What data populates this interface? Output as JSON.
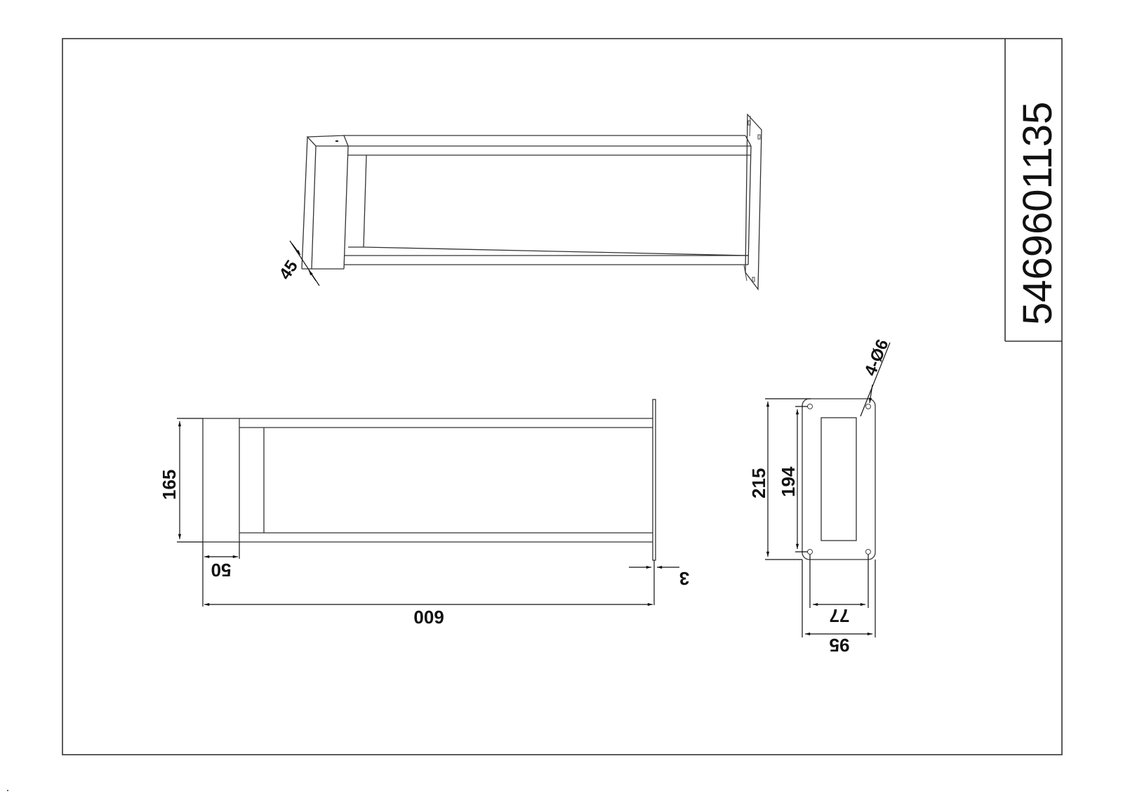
{
  "drawing": {
    "part_number": "5469601135",
    "type": "technical drawing - wall mounted outdoor light",
    "units": "mm"
  },
  "views": {
    "isometric": {
      "label": "isometric-view",
      "dimensions": {
        "depth": "45"
      }
    },
    "side": {
      "label": "side-view",
      "dimensions": {
        "height": "165",
        "head_width": "50",
        "plate_thickness": "3",
        "length": "600"
      }
    },
    "mounting_plate": {
      "label": "mounting-plate-view",
      "dimensions": {
        "plate_height": "215",
        "hole_spacing_vertical": "194",
        "hole_spacing_horizontal": "77",
        "plate_width": "95",
        "holes": "4-Ø6"
      }
    }
  },
  "colors": {
    "line": "#333333",
    "text": "#111111",
    "background": "#ffffff"
  }
}
